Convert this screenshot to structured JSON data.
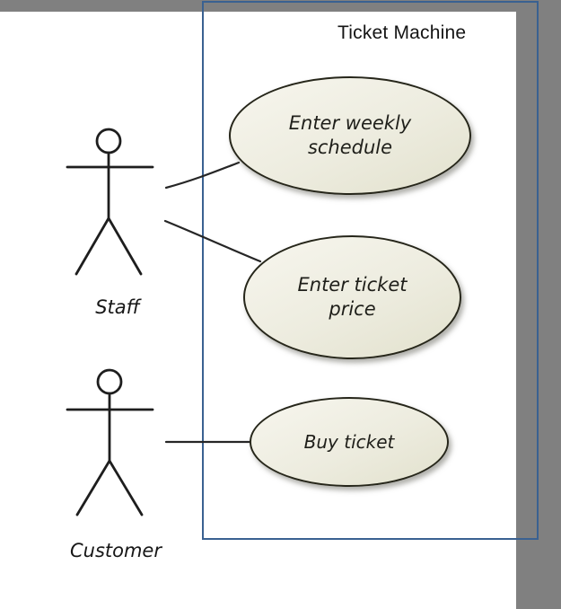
{
  "chrome": {
    "top_bar_color": "#808080",
    "right_bar_color": "#808080"
  },
  "diagram": {
    "type": "uml-use-case",
    "title": "Ticket Machine",
    "system_boundary": {
      "label": "Ticket Machine",
      "border_color": "#3a6191"
    },
    "actors": [
      {
        "name": "Staff"
      },
      {
        "name": "Customer"
      }
    ],
    "use_cases": [
      {
        "line1": "Enter weekly",
        "line2": "schedule"
      },
      {
        "line1": "Enter ticket",
        "line2": "price"
      },
      {
        "line1": "Buy ticket",
        "line2": ""
      }
    ],
    "associations": [
      {
        "from": "Staff",
        "to": "Enter weekly schedule"
      },
      {
        "from": "Staff",
        "to": "Enter ticket price"
      },
      {
        "from": "Customer",
        "to": "Buy ticket"
      }
    ],
    "colors": {
      "ellipse_fill": "#edecdf",
      "ellipse_border": "#26261a",
      "connector": "#262626",
      "text": "#1f1f1a"
    }
  }
}
